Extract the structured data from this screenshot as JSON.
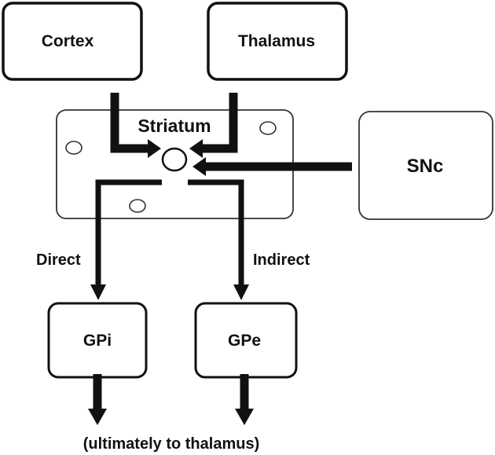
{
  "diagram": {
    "nodes": {
      "cortex": "Cortex",
      "thalamus": "Thalamus",
      "striatum": "Striatum",
      "snc": "SNc",
      "gpi": "GPi",
      "gpe": "GPe"
    },
    "edge_labels": {
      "direct": "Direct",
      "indirect": "Indirect"
    },
    "footer": "(ultimately to thalamus)"
  },
  "colors": {
    "stroke": "#111111",
    "background": "#ffffff"
  }
}
